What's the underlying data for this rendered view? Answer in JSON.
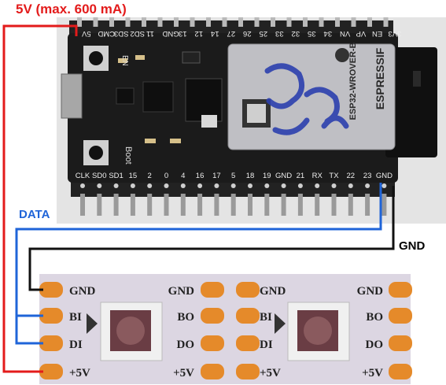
{
  "labels": {
    "power": "5V (max. 600 mA)",
    "data": "DATA",
    "ground": "GND"
  },
  "board": {
    "top_pins": [
      "5V",
      "CMD",
      "SD3",
      "SD2",
      "11",
      "GND",
      "13",
      "12",
      "14",
      "27",
      "26",
      "25",
      "33",
      "32",
      "35",
      "34",
      "VN",
      "VP",
      "EN",
      "3V3"
    ],
    "bottom_pins": [
      "CLK",
      "SD0",
      "SD1",
      "15",
      "2",
      "0",
      "4",
      "16",
      "17",
      "5",
      "18",
      "19",
      "GND",
      "21",
      "RX",
      "TX",
      "22",
      "23",
      "GND"
    ],
    "module_brand": "ESPRESSIF",
    "module_model": "ESP32-WROVER-B",
    "button_en": "EN",
    "button_boot": "Boot"
  },
  "strip": {
    "left_pads": [
      "GND",
      "BI",
      "DI",
      "+5V"
    ],
    "right_pads": [
      "GND",
      "BO",
      "DO",
      "+5V"
    ]
  },
  "colors": {
    "power_wire": "#e31b1b",
    "data_wire": "#1f64d8",
    "ground_wire": "#111111",
    "board": "#1b1b1b",
    "pad": "#e58a2a"
  }
}
